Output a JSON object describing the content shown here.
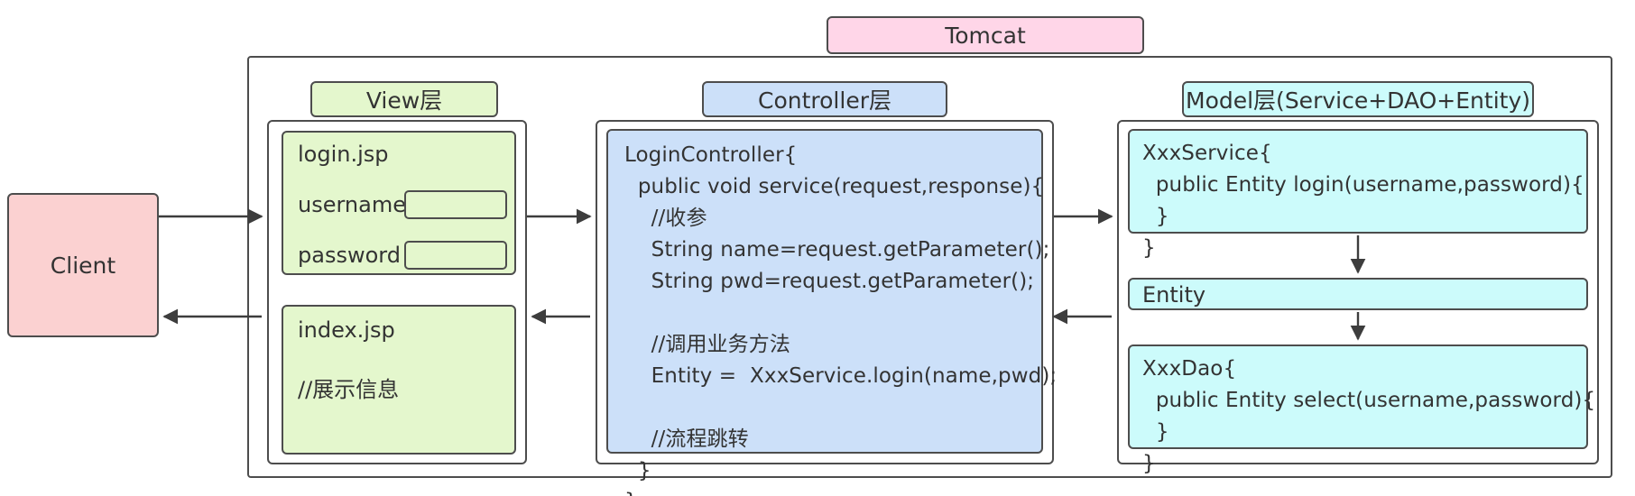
{
  "diagram": {
    "title": "Tomcat",
    "client": {
      "label": "Client"
    },
    "layers": {
      "view": {
        "title": "View层",
        "login": {
          "name": "login.jsp",
          "fields": [
            {
              "label": "username",
              "value": ""
            },
            {
              "label": "password",
              "value": ""
            }
          ]
        },
        "index": {
          "name": "index.jsp",
          "comment": "//展示信息"
        }
      },
      "controller": {
        "title": "Controller层",
        "code": "LoginController{\n  public void service(request,response){\n    //收参\n    String name=request.getParameter();\n    String pwd=request.getParameter();\n\n    //调用业务方法\n    Entity =  XxxService.login(name,pwd);\n\n    //流程跳转\n  }\n}"
      },
      "model": {
        "title": "Model层(Service+DAO+Entity)",
        "service": {
          "code": "XxxService{\n  public Entity login(username,password){\n  }\n}"
        },
        "entity": {
          "label": "Entity"
        },
        "dao": {
          "code": "XxxDao{\n  public Entity select(username,password){\n  }\n}"
        }
      }
    },
    "colors": {
      "tomcat_pink": "#ffd6e8",
      "client_pink": "#fbd1d1",
      "view_green": "#e4f7cd",
      "controller_blue": "#cce0f9",
      "model_cyan": "#ccfbfb",
      "stroke": "#4d4d4d",
      "text": "#333333"
    }
  }
}
